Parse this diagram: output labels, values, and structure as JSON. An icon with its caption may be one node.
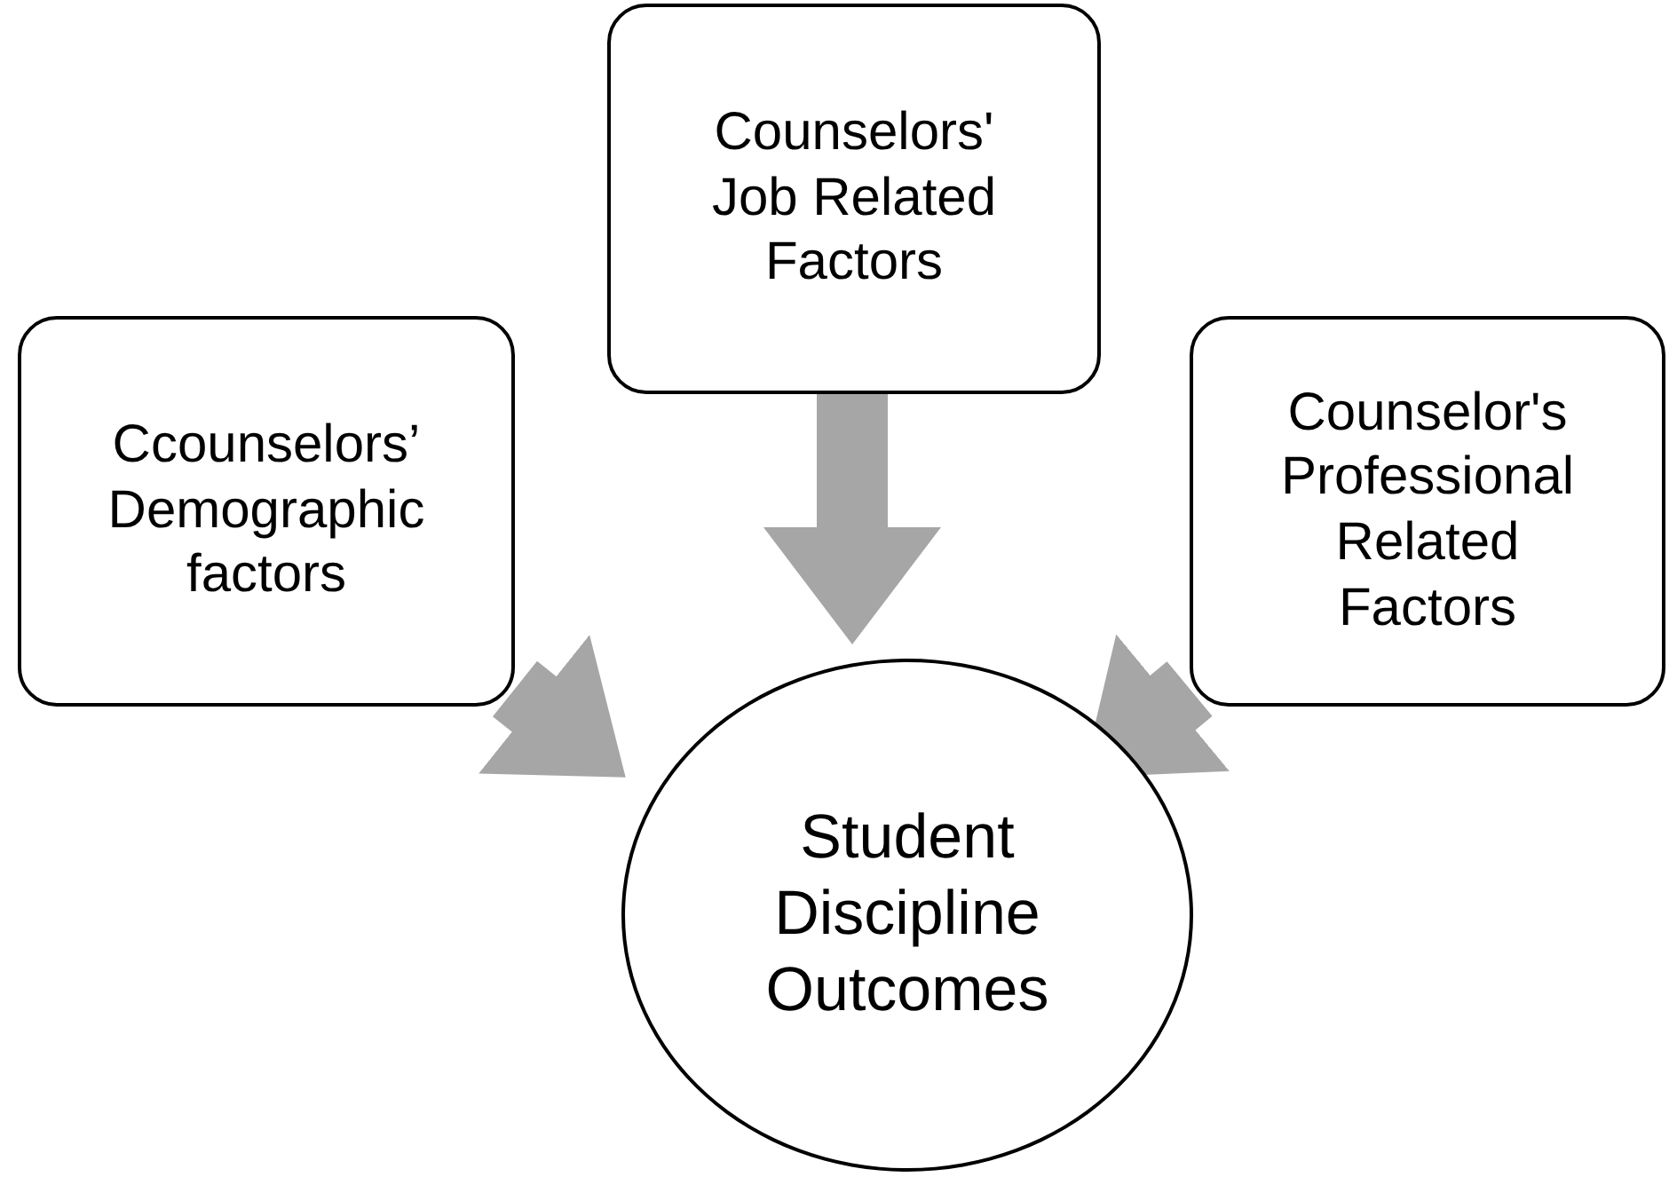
{
  "diagram": {
    "nodes": [
      {
        "text": [
          "Ccounselors’ Demographic factors"
        ]
      },
      {
        "text": [
          "Counselors' Job Related Factors"
        ]
      },
      {
        "text": [
          "Counselor's Professional Related Factors"
        ]
      },
      {
        "text": [
          "Student Discipline Outcomes"
        ]
      }
    ],
    "edges": [
      {
        "from": 0,
        "to": 3,
        "arrow": "to"
      },
      {
        "from": 1,
        "to": 3,
        "arrow": "to"
      },
      {
        "from": 2,
        "to": 3,
        "arrow": "to"
      }
    ]
  }
}
